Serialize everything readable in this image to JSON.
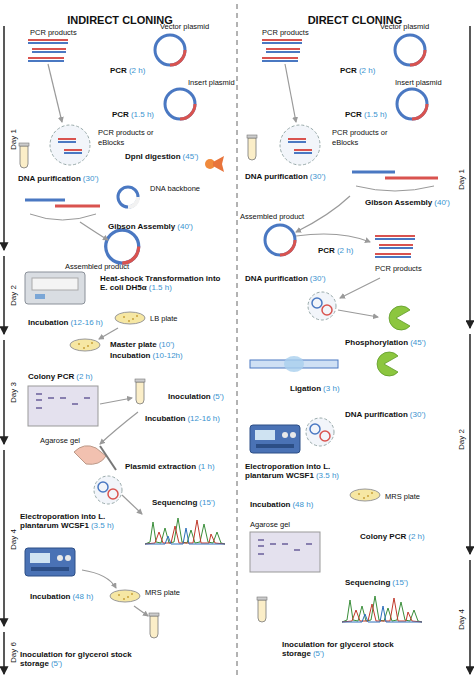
{
  "diagram": {
    "labels": [
      "INDIRECT CLONING",
      "DIRECT CLONING",
      "Day 1",
      "Day 2",
      "Day 3",
      "Day 4",
      "Day 6",
      "PCR products",
      "Vector plasmid",
      "PCR",
      "(2 h)",
      "Insert plasmid",
      "PCR",
      "(1.5 h)",
      "PCR products or eBlocks",
      "DpnI digestion",
      "(45')",
      "DNA purification",
      "(30')",
      "DNA backbone",
      "Gibson Assembly",
      "(40')",
      "Assembled product",
      "Heat-shock Transformation into E. coli DH5α",
      "(1.5 h)",
      "Incubation",
      "(12-16 h)",
      "LB plate",
      "Master plate",
      "(10')",
      "Incubation",
      "(10-12h)",
      "Colony PCR",
      "(2 h)",
      "Agarose gel",
      "Inoculation",
      "(5')",
      "Incubation",
      "(12-16 h)",
      "Plasmid extraction",
      "(1 h)",
      "Electroporation into L. plantarum WCSF1",
      "(3.5 h)",
      "Sequencing",
      "(15')",
      "Incubation",
      "(48 h)",
      "MRS plate",
      "Inoculation for glycerol stock storage",
      "(5')",
      "Day 1",
      "Day 2",
      "Day 4",
      "PCR products",
      "Vector plasmid",
      "PCR",
      "(2 h)",
      "Insert plasmid",
      "PCR",
      "(1.5 h)",
      "PCR products or eBlocks",
      "DNA purification",
      "(30')",
      "Gibson Assembly",
      "(40')",
      "Assembled product",
      "PCR",
      "(2 h)",
      "PCR products",
      "DNA purification",
      "(30')",
      "Phosphorylation",
      "(45')",
      "Ligation",
      "(3 h)",
      "DNA purification",
      "(30')",
      "Electroporation into L. plantarum WCSF1",
      "(3.5 h)",
      "Incubation",
      "(48 h)",
      "MRS plate",
      "Agarose gel",
      "Colony PCR",
      "(2 h)",
      "Sequencing",
      "(15')",
      "Inoculation for glycerol stock storage",
      "(5')"
    ]
  }
}
